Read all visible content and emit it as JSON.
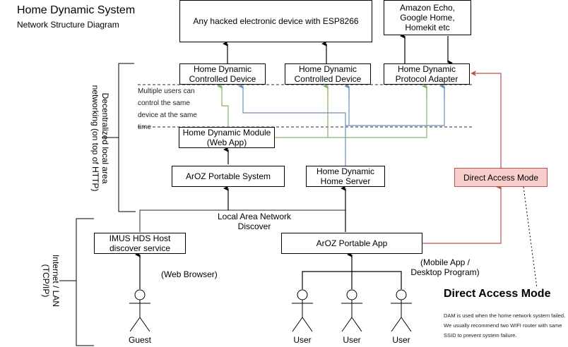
{
  "header": {
    "title": "Home Dynamic System",
    "subtitle": "Network Structure Diagram"
  },
  "nodes": {
    "esp_device": "Any hacked electronic device with ESP8266",
    "smart_assistants": "Amazon Echo,\nGoogle Home,\nHomekit etc",
    "controlled_device_1": "Home Dynamic\nControlled Device",
    "controlled_device_2": "Home Dynamic\nControlled Device",
    "protocol_adapter": "Home Dynamic\nProtocol Adapter",
    "module": "Home Dynamic Module\n(Web App)",
    "aroz_system": "ArOZ Portable System",
    "home_server": "Home Dynamic\nHome Server",
    "direct_access": "Direct  Access Mode",
    "imus_host": "IMUS HDS Host\ndiscover service",
    "aroz_app": "ArOZ Portable App"
  },
  "labels": {
    "multi_user_note": "Multiple users can\ncontrol the same\ndevice at the same\ntime",
    "lan_discover": "Local Area Network\nDiscover",
    "web_browser": "(Web Browser)",
    "mobile_desktop": "(Mobile App /\nDesktop Program)",
    "decentralized_group": "Decentralized local area\nnetworking (on top of HTTP)",
    "internet_group": "Internet / LAN\n(TCP/IP)"
  },
  "actors": [
    {
      "label": "Guest"
    },
    {
      "label": "User"
    },
    {
      "label": "User"
    },
    {
      "label": "User"
    }
  ],
  "dam_note": {
    "title": "Direct Access Mode",
    "body": "DAM is used when the home network system failed.\nWe usually recommend two WIFI router with same\nSSID to prevent system failure."
  },
  "colors": {
    "line": "#000000",
    "green_line": "#82b366",
    "blue_line": "#6c8ebf",
    "red_line": "#b85450",
    "red_fill": "#f8cecc",
    "dash": "#555555"
  }
}
